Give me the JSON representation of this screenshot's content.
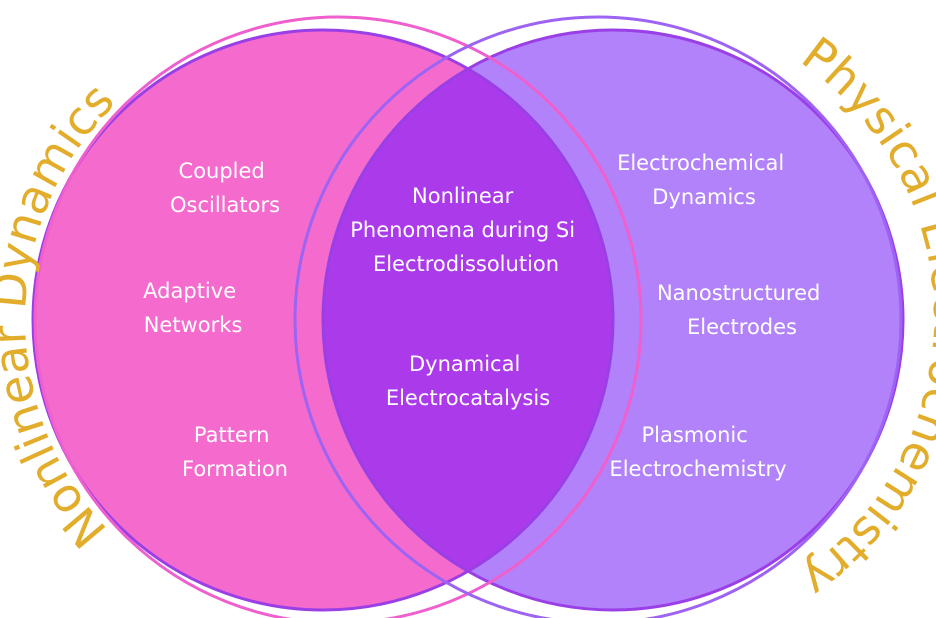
{
  "colors": {
    "left_circle": "#f56bcd",
    "right_circle": "#b282fa",
    "overlap": "#ab3bea",
    "left_ring": "#ef5fce",
    "right_ring": "#9d63f2",
    "inner_ring": "#9a3fe6",
    "title_text": "#e3ad2c",
    "item_text": "#ffffff"
  },
  "sets": {
    "left": {
      "title": "Nonlinear Dynamics",
      "items": [
        [
          "Coupled",
          "Oscillators"
        ],
        [
          "Adaptive",
          "Networks"
        ],
        [
          "Pattern",
          "Formation"
        ]
      ]
    },
    "right": {
      "title": "Physical Electrochemistry",
      "items": [
        [
          "Electrochemical",
          "Dynamics"
        ],
        [
          "Nanostructured",
          "Electrodes"
        ],
        [
          "Plasmonic",
          "Electrochemistry"
        ]
      ]
    },
    "overlap": {
      "items": [
        [
          "Nonlinear",
          "Phenomena during Si",
          "Electrodissolution"
        ],
        [
          "Dynamical",
          "Electrocatalysis"
        ]
      ]
    }
  }
}
